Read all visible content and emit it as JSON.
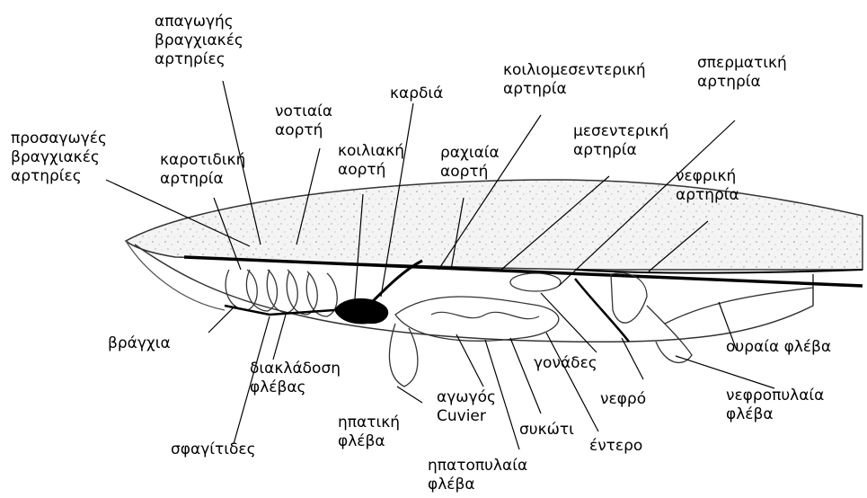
{
  "labels": {
    "efferent": [
      "απαγωγής",
      "βραγχιακές",
      "αρτηρίες"
    ],
    "dorsal_aorta": [
      "νοτιαία",
      "αορτή"
    ],
    "heart": [
      "καρδιά"
    ],
    "coeliomesenteric": [
      "κοιλιομεσεντερική",
      "αρτηρία"
    ],
    "spermatic": [
      "σπερματική",
      "αρτηρία"
    ],
    "afferent": [
      "προσαγωγές",
      "βραγχιακές",
      "αρτηρίες"
    ],
    "carotid": [
      "καροτιδική",
      "αρτηρία"
    ],
    "coeliac_aorta": [
      "κοιλιακή",
      "αορτή"
    ],
    "spinal_aorta": [
      "ραχιαία",
      "αορτή"
    ],
    "mesenteric": [
      "μεσεντερική",
      "αρτηρία"
    ],
    "renal_artery": [
      "νεφρική",
      "αρτηρία"
    ],
    "gills": [
      "βράγχια"
    ],
    "vein_branch": [
      "διακλάδοση",
      "φλέβας"
    ],
    "duct_cuvier": [
      "αγωγός",
      "Cuvier"
    ],
    "gonads": [
      "γονάδες"
    ],
    "caudal_vein": [
      "ουραία φλέβα"
    ],
    "kidney": [
      "νεφρό"
    ],
    "renal_portal": [
      "νεφροπυλαία",
      "φλέβα"
    ],
    "hepatic_vein": [
      "ηπατική",
      "φλέβα"
    ],
    "liver": [
      "συκώτι"
    ],
    "intestine": [
      "έντερο"
    ],
    "sinuses": [
      "σφαγίτιδες"
    ],
    "hepatic_portal": [
      "ηπατοπυλαία",
      "φλέβα"
    ]
  }
}
